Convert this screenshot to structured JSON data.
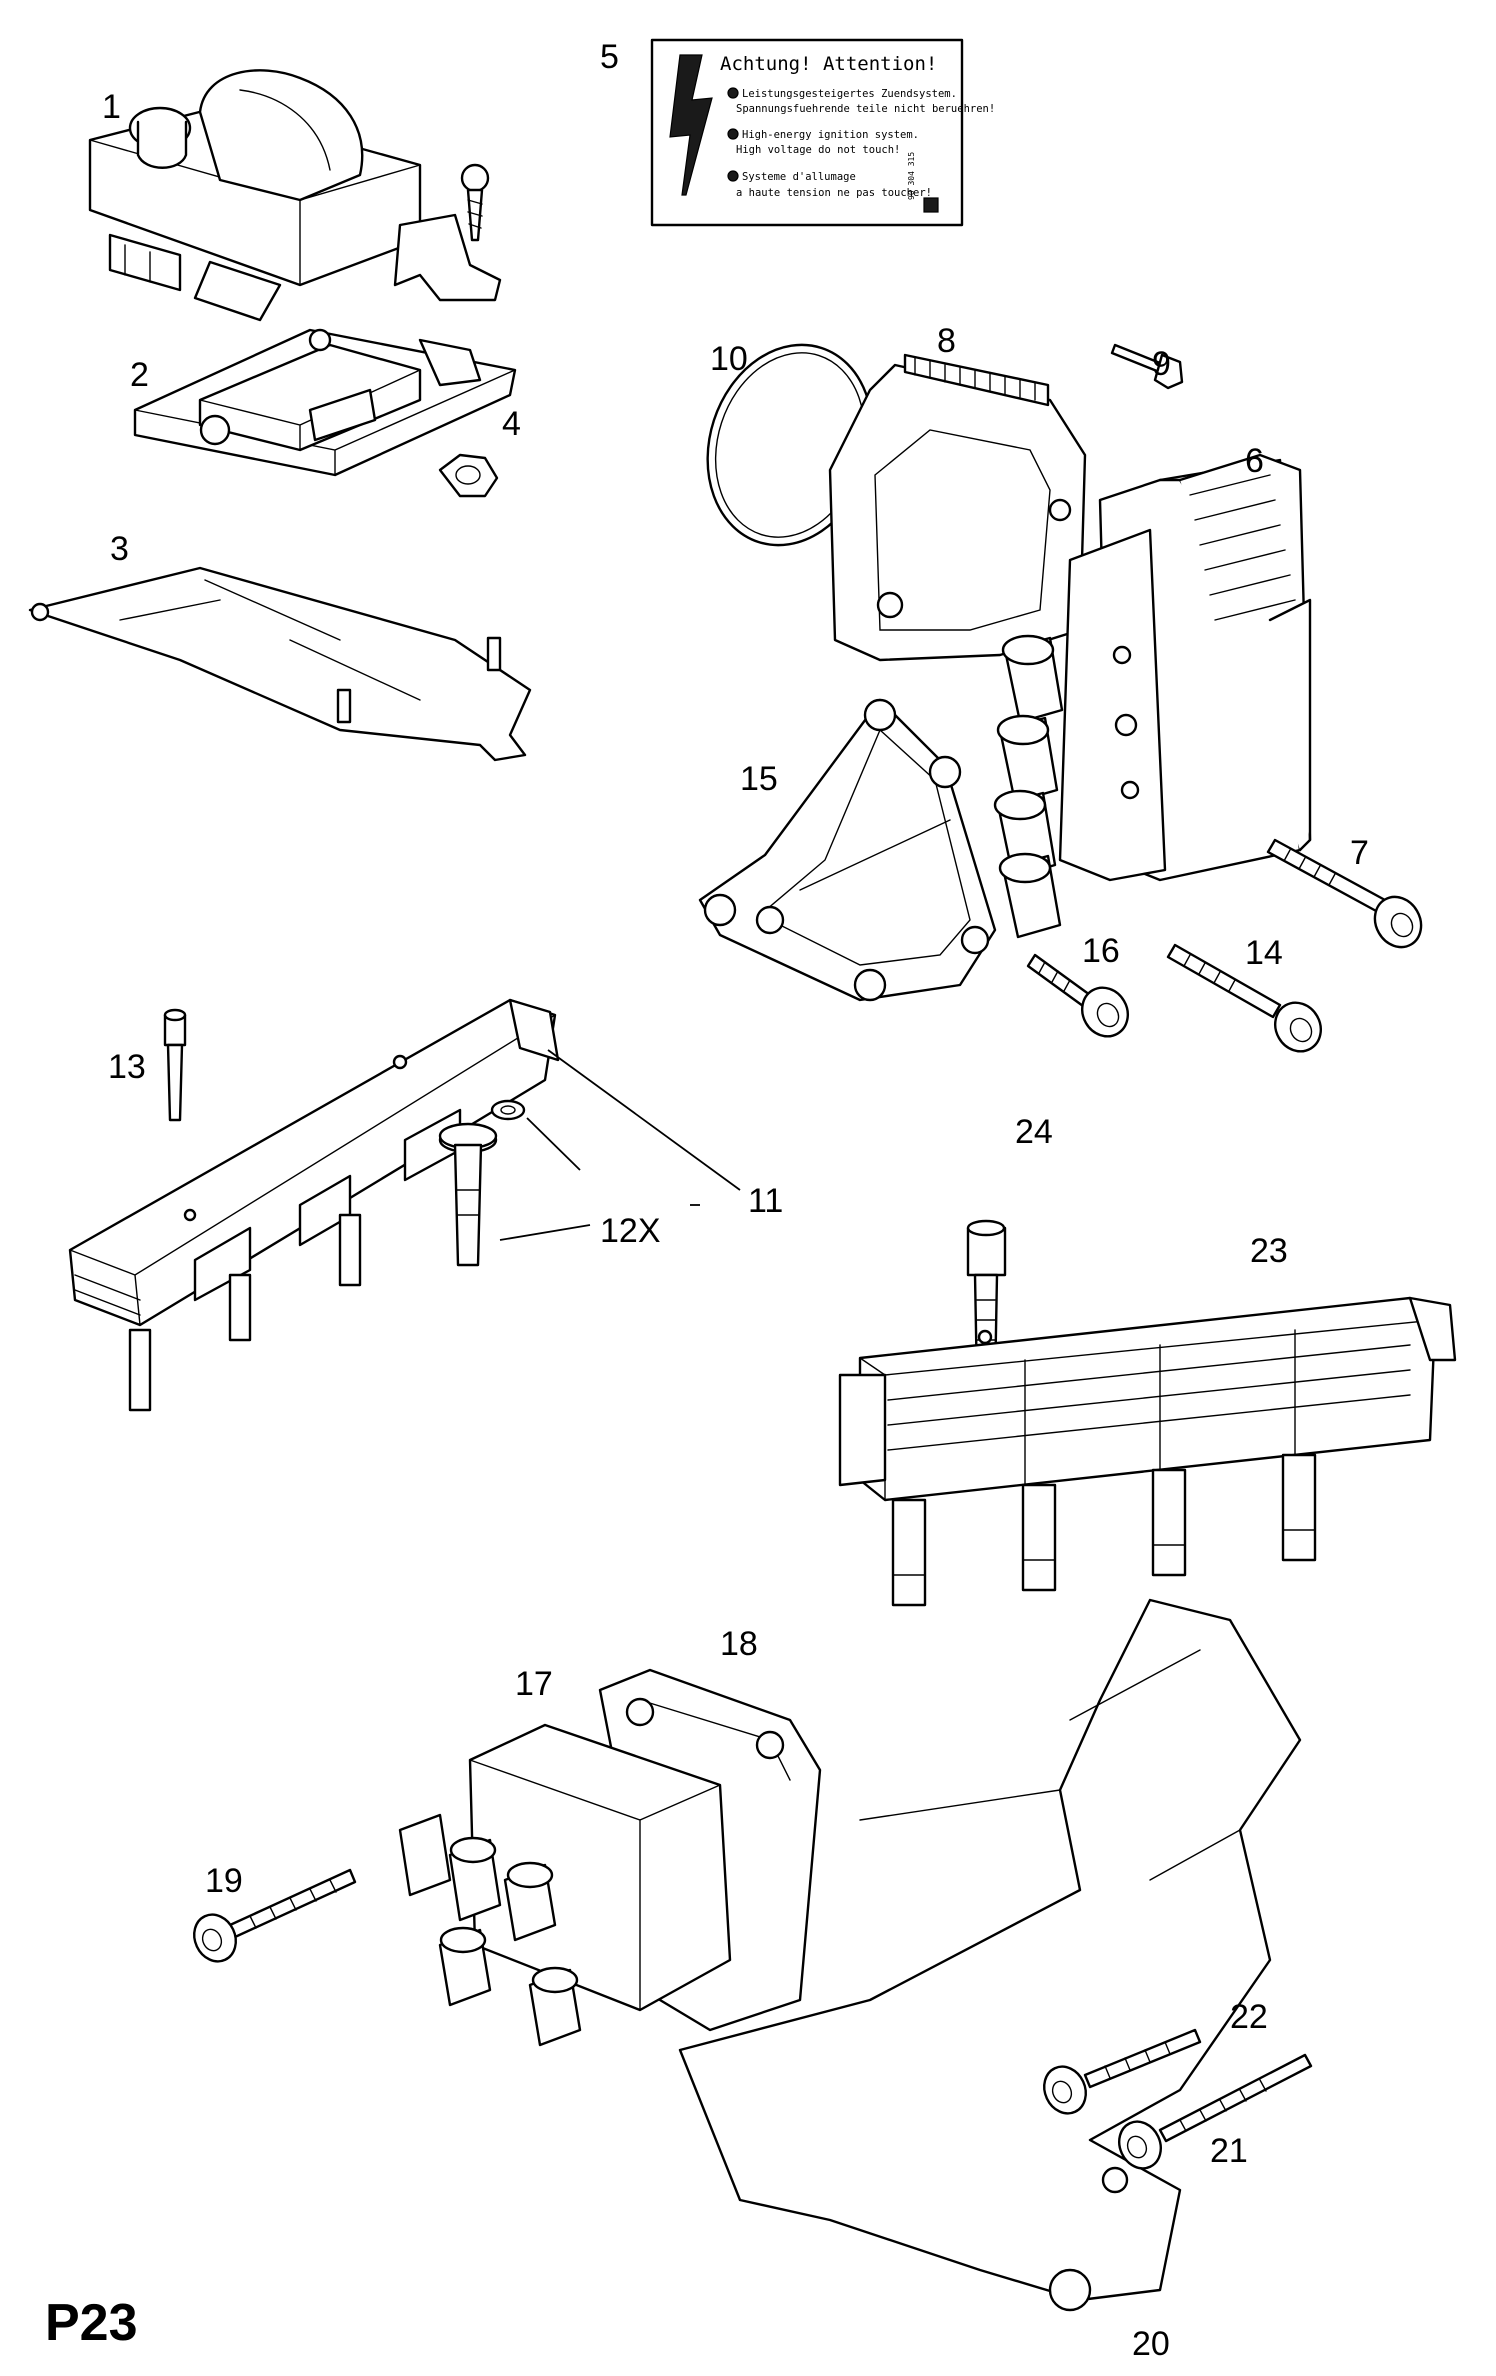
{
  "page_code": "P23",
  "warning_label": {
    "title": "Achtung! Attention!",
    "lines": [
      "Leistungsgesteigertes Zuendsystem.",
      "Spannungsfuehrende teile nicht beruehren!",
      "High-energy ignition system.",
      "High voltage do not touch!",
      "Systeme d'allumage",
      "a haute tension ne pas toucher!"
    ],
    "part_code": "90 304 315"
  },
  "callouts": {
    "c1": "1",
    "c2": "2",
    "c3": "3",
    "c4": "4",
    "c5": "5",
    "c6": "6",
    "c7": "7",
    "c8": "8",
    "c9": "9",
    "c10": "10",
    "c11": "11",
    "c12": "12X",
    "c13": "13",
    "c14": "14",
    "c15": "15",
    "c16": "16",
    "c17": "17",
    "c18": "18",
    "c19": "19",
    "c20": "20",
    "c21": "21",
    "c22": "22",
    "c23": "23",
    "c24": "24"
  }
}
